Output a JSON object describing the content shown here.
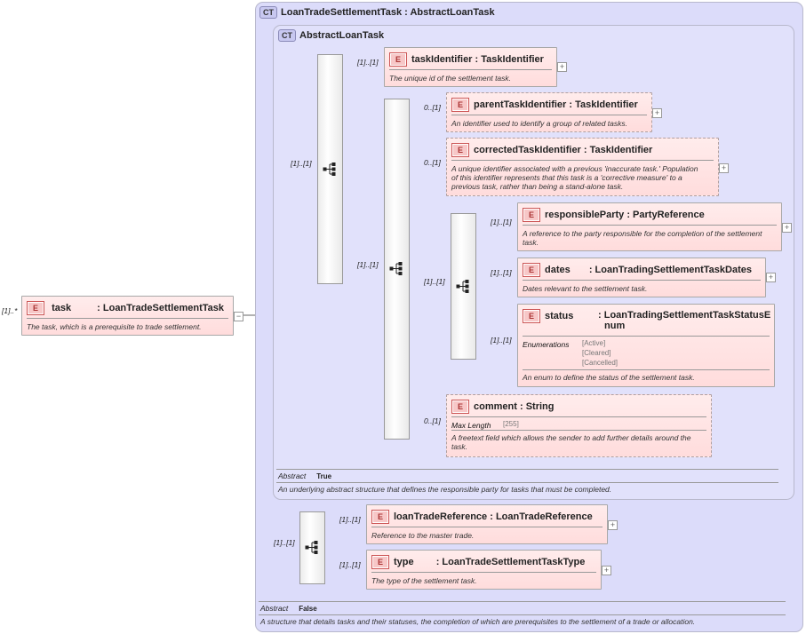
{
  "root": {
    "cardinality": "[1]..*",
    "name": "task",
    "type": ": LoanTradeSettlementTask",
    "doc": "The task, which is a prerequisite to trade settlement."
  },
  "outer_type": {
    "badge": "CT",
    "title": "LoanTradeSettlementTask : AbstractLoanTask",
    "abstract_label": "Abstract",
    "abstract_value": "False",
    "doc": "A structure that details tasks and their statuses, the completion of which are prerequisites to the settlement of a trade or allocation."
  },
  "inner_type": {
    "badge": "CT",
    "title": "AbstractLoanTask",
    "abstract_label": "Abstract",
    "abstract_value": "True",
    "doc": "An underlying abstract structure that defines the responsible party for tasks that must be completed."
  },
  "cardinalities": {
    "seq_outer_inner": "[1]..[1]",
    "seq_outer_bottom": "[1]..[1]",
    "task_identifier": "[1]..[1]",
    "seq_mid": "[1]..[1]",
    "parent": "0..[1]",
    "corrected": "0..[1]",
    "seq_inner": "[1]..[1]",
    "responsible": "[1]..[1]",
    "dates": "[1]..[1]",
    "status": "[1]..[1]",
    "comment": "0..[1]",
    "loan_trade_reference": "[1]..[1]",
    "type": "[1]..[1]"
  },
  "elements": {
    "task_identifier": {
      "badge": "E",
      "name": "taskIdentifier",
      "type": ": TaskIdentifier",
      "doc": "The unique id of the settlement task."
    },
    "parent": {
      "badge": "E",
      "name": "parentTaskIdentifier",
      "type": ": TaskIdentifier",
      "doc": "An identifier used to identify a group of related tasks."
    },
    "corrected": {
      "badge": "E",
      "name": "correctedTaskIdentifier",
      "type": ": TaskIdentifier",
      "doc1": "A unique identifier associated with a previous 'inaccurate task.' Population",
      "doc2": "of this identifier represents that this task is a 'corrective measure' to a",
      "doc3": "previous task, rather than being a stand-alone task."
    },
    "responsible": {
      "badge": "E",
      "name": "responsibleParty",
      "type": ": PartyReference",
      "doc1": "A reference to the party responsible for the completion of the settlement",
      "doc2": "task."
    },
    "dates": {
      "badge": "E",
      "name": "dates",
      "type": ": LoanTradingSettlementTaskDates",
      "doc": "Dates relevant to the settlement task."
    },
    "status": {
      "badge": "E",
      "name": "status",
      "type1": ": LoanTradingSettlementTaskStatusE",
      "type2": "num",
      "facet_label": "Enumerations",
      "enum1": "[Active]",
      "enum2": "[Cleared]",
      "enum3": "[Cancelled]",
      "doc": "An enum to define the status of the settlement task."
    },
    "comment": {
      "badge": "E",
      "name": "comment",
      "type": ": String",
      "facet_label": "Max Length",
      "facet_value": "[255]",
      "doc1": "A freetext field which allows the sender to add further details around the",
      "doc2": "task."
    },
    "loan_trade_reference": {
      "badge": "E",
      "name": "loanTradeReference",
      "type": ": LoanTradeReference",
      "doc": "Reference to the master trade."
    },
    "type": {
      "badge": "E",
      "name": "type",
      "type": ": LoanTradeSettlementTaskType",
      "doc": "The type of the settlement task."
    }
  },
  "icons": {
    "expand": "+",
    "collapse": "−"
  }
}
